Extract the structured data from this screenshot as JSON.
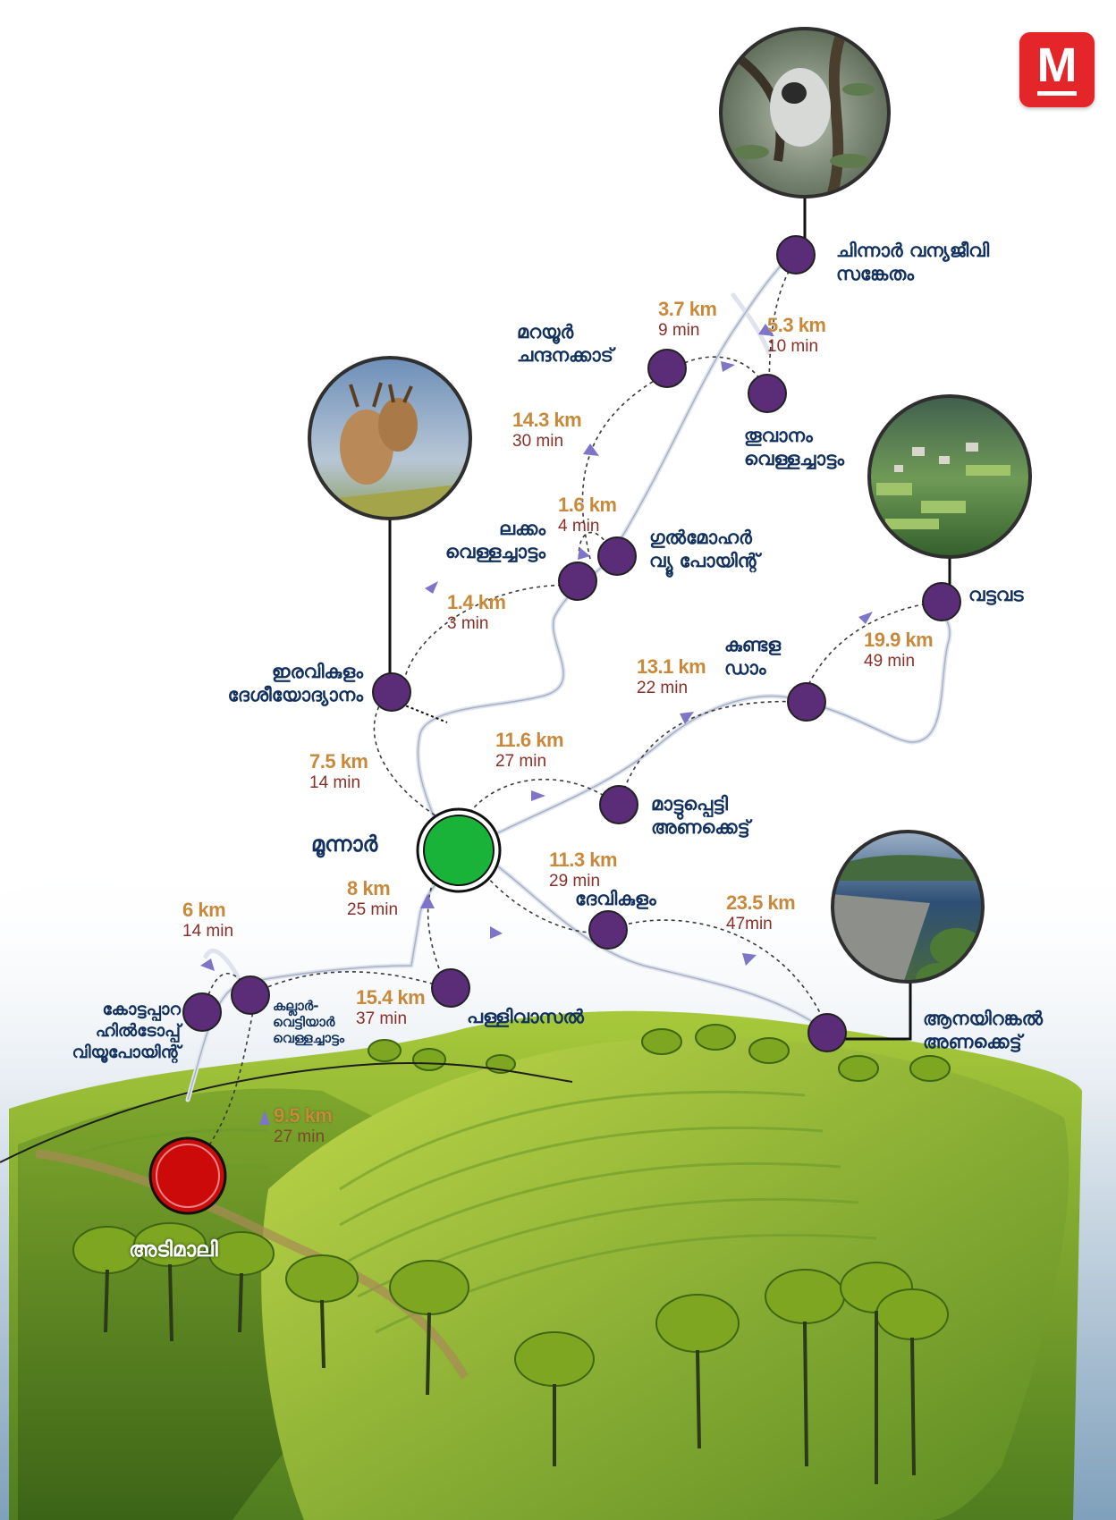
{
  "brand": {
    "logo_letter": "M",
    "color": "#e4262a"
  },
  "colors": {
    "start_marker": "#cc0a0a",
    "hub_marker": "#19b33a",
    "poi_marker": "#5b2d78",
    "place_text": "#12315e",
    "distance_text": "#c8893a",
    "time_text": "#8a2f27",
    "route_arrow": "#7e75c9"
  },
  "start": {
    "name": "അടിമാലി",
    "icon": "red-start-circle"
  },
  "hub": {
    "name": "മൂന്നാർ",
    "icon": "green-hub-circle"
  },
  "places": [
    {
      "id": "chinnar",
      "lines": [
        "ചിന്നാർ വന്യജീവി",
        "സങ്കേതം"
      ],
      "photo": "langur-photo"
    },
    {
      "id": "marayoor",
      "lines": [
        "മറയൂർ",
        "ചന്ദനക്കാട്"
      ]
    },
    {
      "id": "thoovanam",
      "lines": [
        "തൂവാനം",
        "വെള്ളച്ചാട്ടം"
      ]
    },
    {
      "id": "lakkam",
      "lines": [
        "ലക്കം",
        "വെള്ളച്ചാട്ടം"
      ]
    },
    {
      "id": "gulmohar",
      "lines": [
        "ഗുൽമോഹർ",
        "വ്യൂ പോയിന്റ്"
      ]
    },
    {
      "id": "vattavada",
      "lines": [
        "വട്ടവട"
      ],
      "photo": "terrace-village-photo"
    },
    {
      "id": "kundala",
      "lines": [
        "കുണ്ടള",
        "ഡാം"
      ]
    },
    {
      "id": "eravikulam",
      "lines": [
        "ഇരവികുളം",
        "ദേശീയോദ്യാനം"
      ],
      "photo": "nilgiri-tahr-photo"
    },
    {
      "id": "mattupetty",
      "lines": [
        "മാട്ടുപ്പെട്ടി",
        "അണക്കെട്ട്"
      ]
    },
    {
      "id": "devikulam",
      "lines": [
        "ദേവികുളം"
      ]
    },
    {
      "id": "anayirangal",
      "lines": [
        "ആനയിറങ്കൽ",
        "അണക്കെട്ട്"
      ],
      "photo": "dam-reservoir-photo"
    },
    {
      "id": "pallivasal",
      "lines": [
        "പള്ളിവാസൽ"
      ]
    },
    {
      "id": "kallar",
      "lines": [
        "കല്ലാർ-",
        "വെട്ടിയാർ",
        "വെള്ളച്ചാട്ടം"
      ]
    },
    {
      "id": "kottappara",
      "lines": [
        "കോട്ടപ്പാറ",
        "ഹിൽടോപ്പ്",
        "വിയൂപോയിന്റ്"
      ]
    }
  ],
  "distances": [
    {
      "id": "chinnar_a",
      "km": "3.7 km",
      "time": "9 min"
    },
    {
      "id": "chinnar_b",
      "km": "5.3 km",
      "time": "10 min"
    },
    {
      "id": "marayoor",
      "km": "14.3 km",
      "time": "30 min"
    },
    {
      "id": "gulmohar",
      "km": "1.6 km",
      "time": "4 min"
    },
    {
      "id": "lakkam",
      "km": "1.4 km",
      "time": "3 min"
    },
    {
      "id": "vattavada",
      "km": "19.9 km",
      "time": "49 min"
    },
    {
      "id": "kundala",
      "km": "13.1 km",
      "time": "22 min"
    },
    {
      "id": "mattupetty",
      "km": "11.6 km",
      "time": "27 min"
    },
    {
      "id": "eravikulam",
      "km": "7.5 km",
      "time": "14 min"
    },
    {
      "id": "devikulam",
      "km": "11.3 km",
      "time": "29 min"
    },
    {
      "id": "anayirangal",
      "km": "23.5 km",
      "time": "47min"
    },
    {
      "id": "pallivasal",
      "km": "8 km",
      "time": "25 min"
    },
    {
      "id": "kallar",
      "km": "15.4 km",
      "time": "37 min"
    },
    {
      "id": "kottappara",
      "km": "6 km",
      "time": "14 min"
    },
    {
      "id": "munnar",
      "km": "9.5 km",
      "time": "27 min"
    }
  ]
}
